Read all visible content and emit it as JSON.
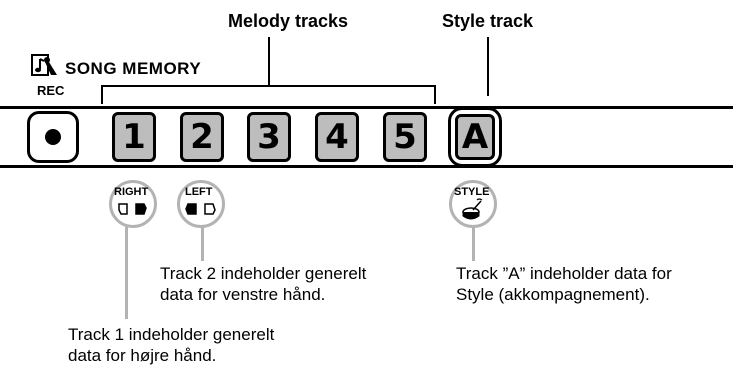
{
  "headings": {
    "melody": "Melody tracks",
    "style": "Style track"
  },
  "song_memory": {
    "title": "SONG MEMORY",
    "icon": "song-memory-icon"
  },
  "rec": {
    "label": "REC",
    "icon": "record-dot-icon"
  },
  "tracks": [
    "1",
    "2",
    "3",
    "4",
    "5"
  ],
  "style_track": "A",
  "hand_labels": {
    "right": "RIGHT",
    "left": "LEFT",
    "style": "STYLE"
  },
  "captions": {
    "track1": [
      "Track 1 indeholder generelt",
      "data for højre hånd."
    ],
    "track2": [
      "Track 2 indeholder generelt",
      "data for venstre hånd."
    ],
    "trackA": [
      "Track ”A” indeholder data for",
      "Style (akkompagnement)."
    ]
  },
  "colors": {
    "button_fill": "#bdbdbd",
    "connector_gray": "#b3b3b3"
  }
}
